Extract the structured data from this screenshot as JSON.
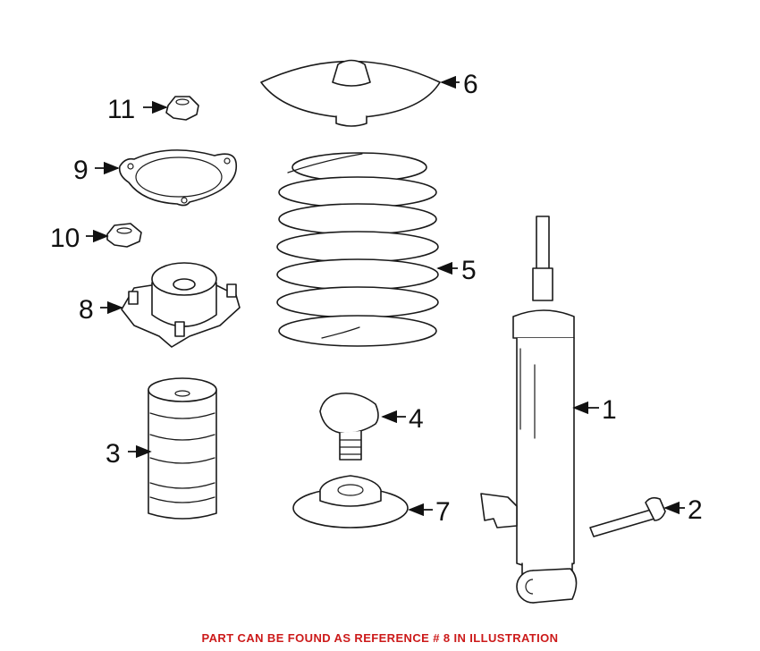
{
  "colors": {
    "line": "#1a1a1a",
    "background": "#ffffff",
    "caption": "#cc1a1a"
  },
  "callouts": [
    {
      "id": "1",
      "label": "1"
    },
    {
      "id": "2",
      "label": "2"
    },
    {
      "id": "3",
      "label": "3"
    },
    {
      "id": "4",
      "label": "4"
    },
    {
      "id": "5",
      "label": "5"
    },
    {
      "id": "6",
      "label": "6"
    },
    {
      "id": "7",
      "label": "7"
    },
    {
      "id": "8",
      "label": "8"
    },
    {
      "id": "9",
      "label": "9"
    },
    {
      "id": "10",
      "label": "10"
    },
    {
      "id": "11",
      "label": "11"
    }
  ],
  "caption": "PART CAN BE FOUND AS REFERENCE # 8 IN ILLUSTRATION"
}
